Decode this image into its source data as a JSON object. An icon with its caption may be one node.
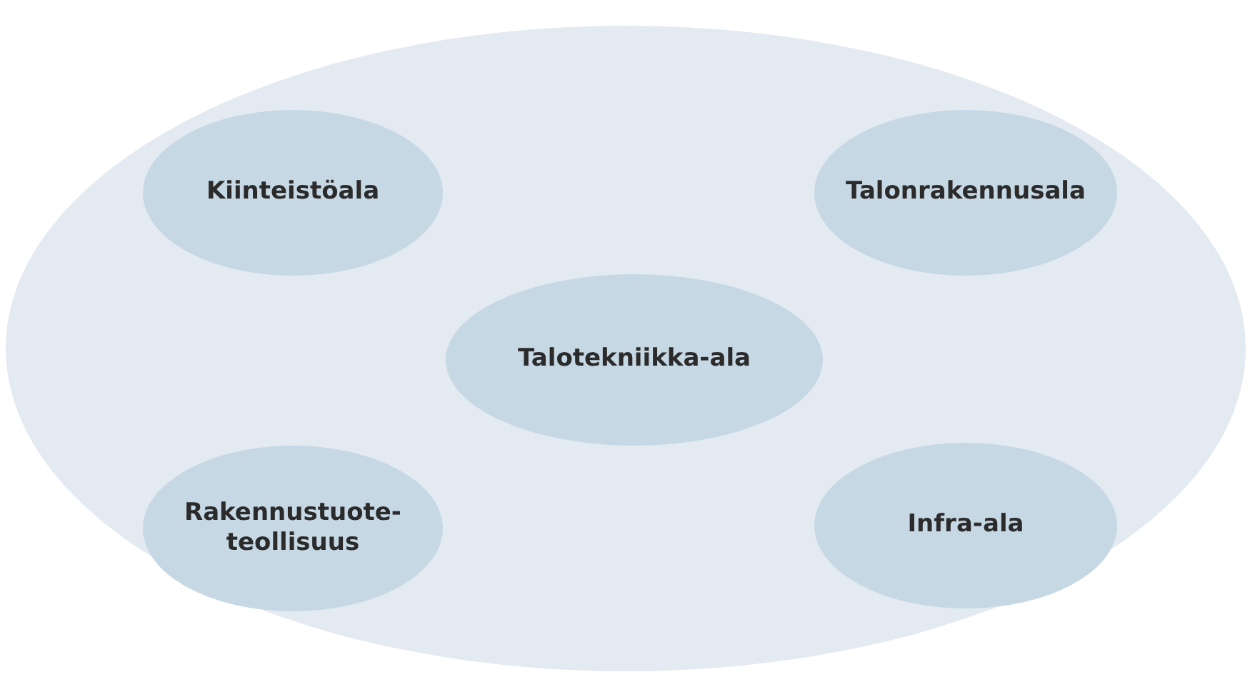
{
  "diagram": {
    "nodes": [
      {
        "text": [],
        "shape": "ellipse"
      },
      {
        "text": [
          "Kiinteistöala"
        ],
        "in": 0
      },
      {
        "text": [
          "Talonrakennusala"
        ],
        "in": 0
      },
      {
        "text": [
          "Talotekniikka-ala"
        ],
        "in": 0
      },
      {
        "text": [
          "Rakennustuote- teollisuus"
        ],
        "in": 0
      },
      {
        "text": [
          "Infra-ala"
        ],
        "in": 0
      }
    ]
  }
}
